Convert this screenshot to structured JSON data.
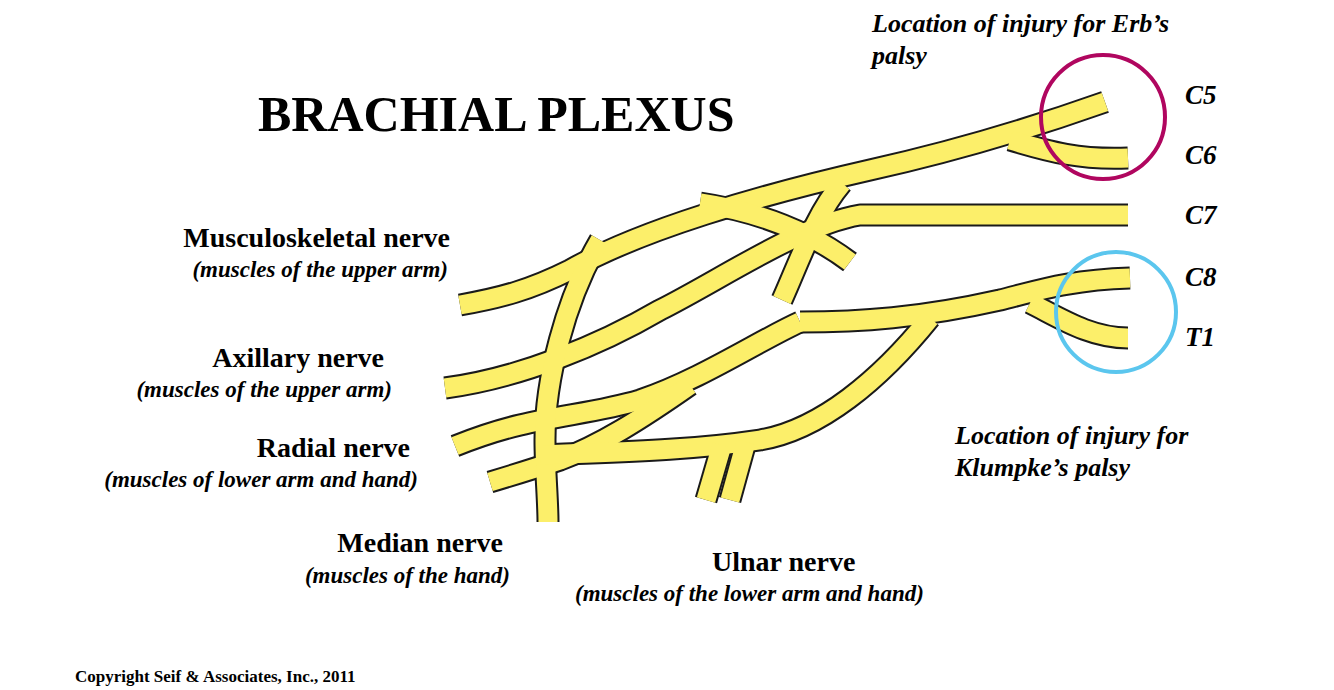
{
  "diagram": {
    "title": "BRACHIAL PLEXUS",
    "labels": [
      "Location of injury for Erb’s palsy",
      "C5",
      "C6",
      "C7",
      "C8",
      "T1",
      "Musculoskeletal nerve",
      "(muscles of the upper arm)",
      "Axillary nerve",
      "(muscles of the upper arm)",
      "Radial nerve",
      "(muscles of lower arm and hand)",
      "Median nerve",
      "(muscles of the hand)",
      "Ulnar nerve",
      "(muscles of the lower arm and hand)",
      "Location of injury for Klumpke’s palsy",
      "Copyright Seif & Associates, Inc., 2011"
    ]
  }
}
